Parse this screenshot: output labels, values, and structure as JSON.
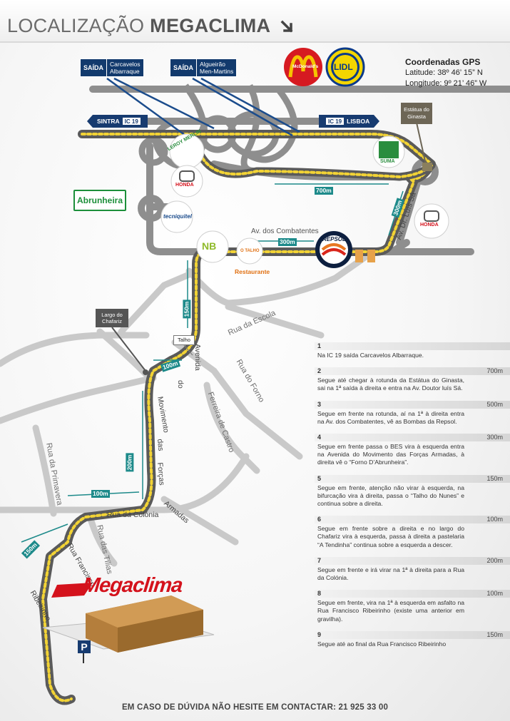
{
  "header": {
    "title_light": "LOCALIZAÇÃO",
    "title_bold": "MEGACLIMA"
  },
  "gps": {
    "title": "Coordenadas GPS",
    "lat_label": "Latitude:",
    "lat_value": "38º 46’ 15” N",
    "lon_label": "Longitude:",
    "lon_value": "9º 21’ 46” W"
  },
  "signs": {
    "exit1_label": "SAÍDA",
    "exit1_line1": "Carcavelos",
    "exit1_line2": "Albarraque",
    "exit2_label": "SAÍDA",
    "exit2_line1": "Algueirão",
    "exit2_line2": "Men-Martins",
    "sintra": "SINTRA",
    "ic19_left": "IC 19",
    "ic19_right": "IC 19",
    "lisboa": "LISBOA",
    "abrunheira": "Abrunheira",
    "estatua_line1": "Estátua do",
    "estatua_line2": "Ginasta",
    "largo_line1": "Largo do",
    "largo_line2": "Chafariz",
    "talho": "Talho",
    "parking": "P"
  },
  "distance_tags": {
    "d700": "700m",
    "d300_vertical": "300m",
    "d300_avenue": "300m",
    "d150": "150m",
    "d100_upper": "100m",
    "d200": "200m",
    "d100_lower": "100m",
    "d150_lower": "150m"
  },
  "streets": {
    "av_combatentes": "Av. dos Combatentes",
    "av_luis_sa": "Av. Dr. Luís Sá",
    "rua_escola": "Rua   da   Escola",
    "rua_forno": "Rua do Forno",
    "ferreira": "Ferreira de Castro",
    "avenida": "Avenida",
    "movimento": "Movimento",
    "do": "do",
    "das": "das",
    "forcas": "Forças",
    "armadas": "Armadas",
    "rua_colonia": "Rua da Colónia",
    "rua_primavera": "Rua da Primavera",
    "rua_tilias": "Rua das Tílias",
    "rua_francisco": "Rua Francisco",
    "ribeirinho": "Ribeirinho"
  },
  "businesses": {
    "mcdonalds": "McDonald's",
    "lidl": "LIDL",
    "leroy": "LEROY MERLIN",
    "honda1": "HONDA",
    "suma": "SUMA",
    "tecniquitel": "tecniquitel",
    "honda2": "HONDA",
    "bes": "NB",
    "forno": "O TALHO",
    "restaurante": "Restaurante",
    "repsol": "REPSOL",
    "megaclima": "Megaclima"
  },
  "steps": [
    {
      "num": "1",
      "dist": "",
      "text": "Na IC 19 saída Carcavelos Albarraque."
    },
    {
      "num": "2",
      "dist": "700m",
      "text": "Segue até chegar à rotunda da Estátua do Ginasta, sai na 1ª saída à direita e entra na Av. Doutor luís Sá."
    },
    {
      "num": "3",
      "dist": "500m",
      "text": "Segue em frente na rotunda, aí na 1ª à direita entra na Av. dos Combatentes, vê as Bombas da Repsol."
    },
    {
      "num": "4",
      "dist": "300m",
      "text": "Segue em frente passa o BES vira à esquerda entra na Avenida do Movimento das Forças Armadas, à direita vê o “Forno D’Abrunheira”."
    },
    {
      "num": "5",
      "dist": "150m",
      "text": "Segue em frente, atenção não virar à esquerda, na bifurcação vira à direita, passa o “Talho do Nunes” e continua sobre a direita."
    },
    {
      "num": "6",
      "dist": "100m",
      "text": "Segue em frente sobre a direita e no largo do Chafariz vira à esquerda, passa à direita a pastelaria “A Tendinha” continua sobre a esquerda a descer."
    },
    {
      "num": "7",
      "dist": "200m",
      "text": "Segue em frente e irá virar na 1ª à direita para a Rua da Colónia."
    },
    {
      "num": "8",
      "dist": "100m",
      "text": "Segue em frente, vira na 1ª à esquerda em asfalto na Rua Francisco Ribeirinho (existe uma anterior em gravilha)."
    },
    {
      "num": "9",
      "dist": "150m",
      "text": "Segue até ao final da Rua Francisco Ribeirinho"
    }
  ],
  "contact": "EM CASO DE DÚVIDA NÃO HESITE EM CONTACTAR: 21 925 33 00",
  "colors": {
    "road": "#8e8e8e",
    "route": "#f2d335",
    "signBlue": "#173b70",
    "teal": "#1d8a8a",
    "megaclimaRed": "#d4121c"
  }
}
